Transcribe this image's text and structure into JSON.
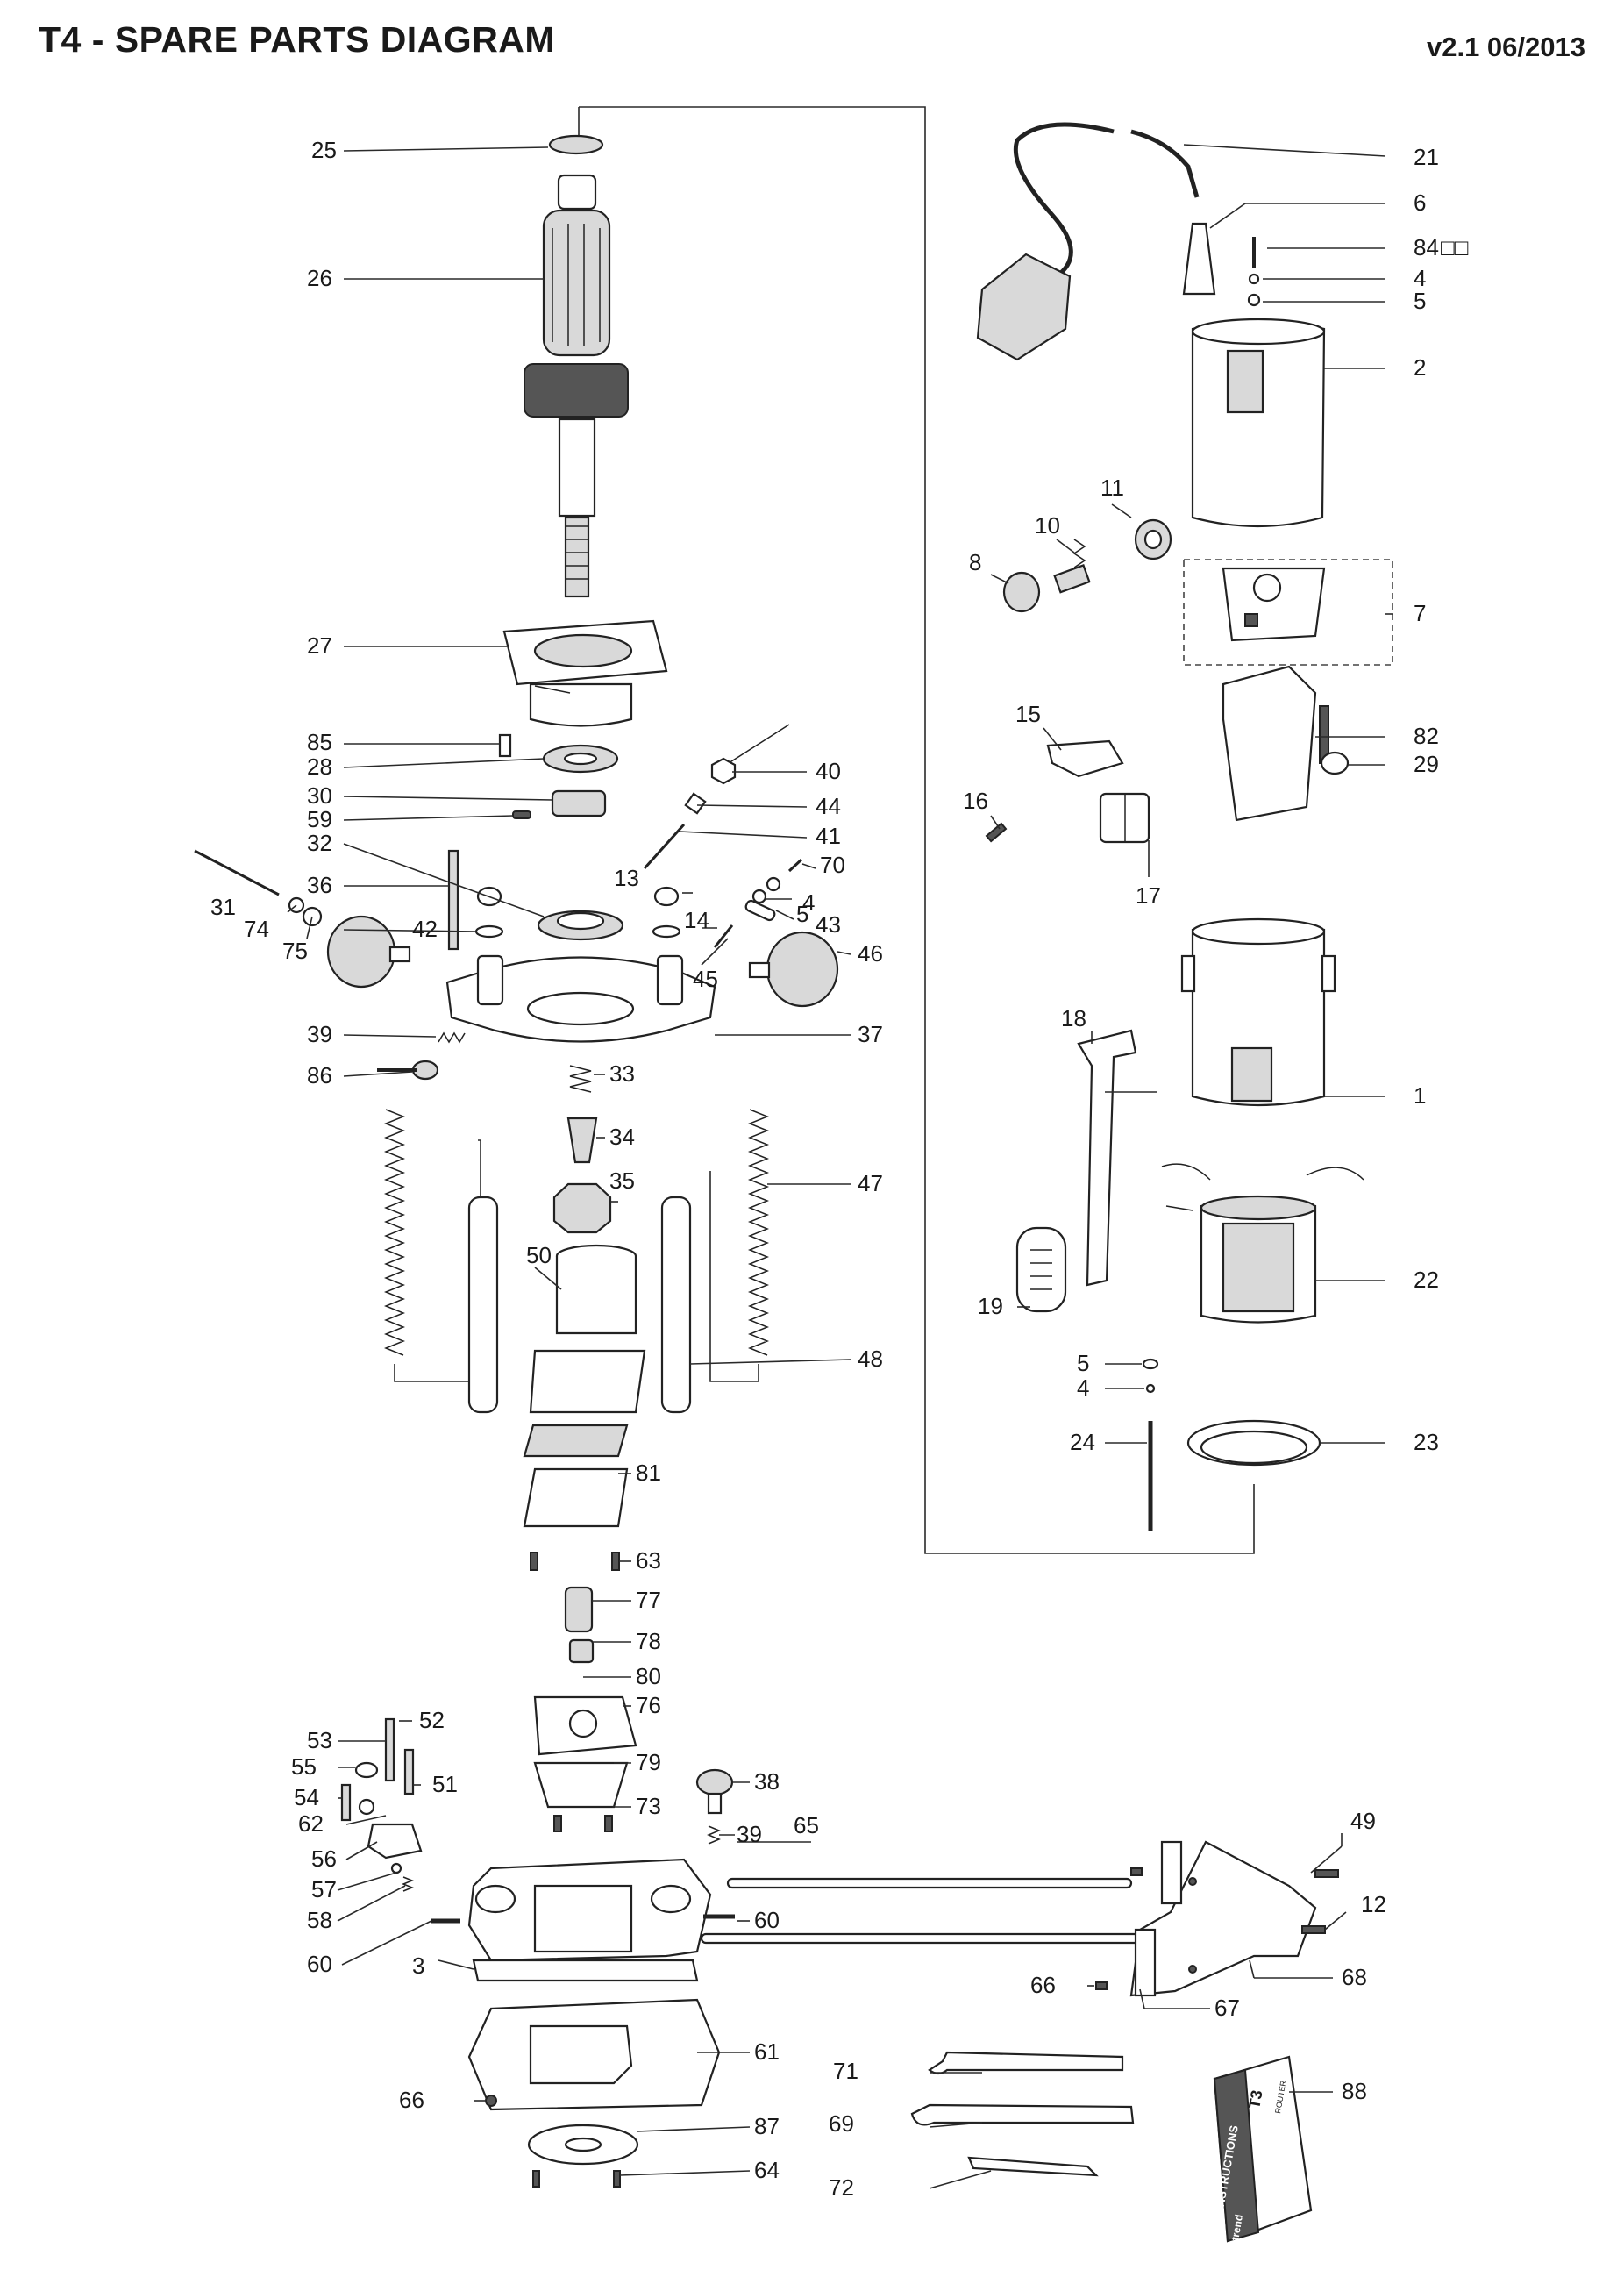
{
  "header": {
    "title": "T4 - SPARE PARTS DIAGRAM",
    "version": "v2.1 06/2013"
  },
  "booklet": {
    "cover_text": "INSTRUCTIONS",
    "model": "T3",
    "subtitle": "ROUTER",
    "brand": "trend"
  },
  "callouts": [
    "1",
    "2",
    "3",
    "4",
    "5",
    "6",
    "7",
    "8",
    "10",
    "11",
    "12",
    "13",
    "14",
    "15",
    "16",
    "17",
    "18",
    "19",
    "21",
    "22",
    "23",
    "24",
    "25",
    "26",
    "27",
    "28",
    "29",
    "30",
    "31",
    "32",
    "33",
    "34",
    "35",
    "36",
    "37",
    "38",
    "39",
    "40",
    "41",
    "42",
    "43",
    "44",
    "45",
    "46",
    "47",
    "48",
    "49",
    "50",
    "51",
    "52",
    "53",
    "54",
    "55",
    "56",
    "57",
    "58",
    "59",
    "60",
    "61",
    "62",
    "63",
    "64",
    "65",
    "66",
    "67",
    "68",
    "69",
    "70",
    "71",
    "72",
    "73",
    "74",
    "75",
    "76",
    "77",
    "78",
    "79",
    "80",
    "81",
    "82",
    "84",
    "85",
    "86",
    "87",
    "88"
  ],
  "callout_84_suffix": "□□"
}
